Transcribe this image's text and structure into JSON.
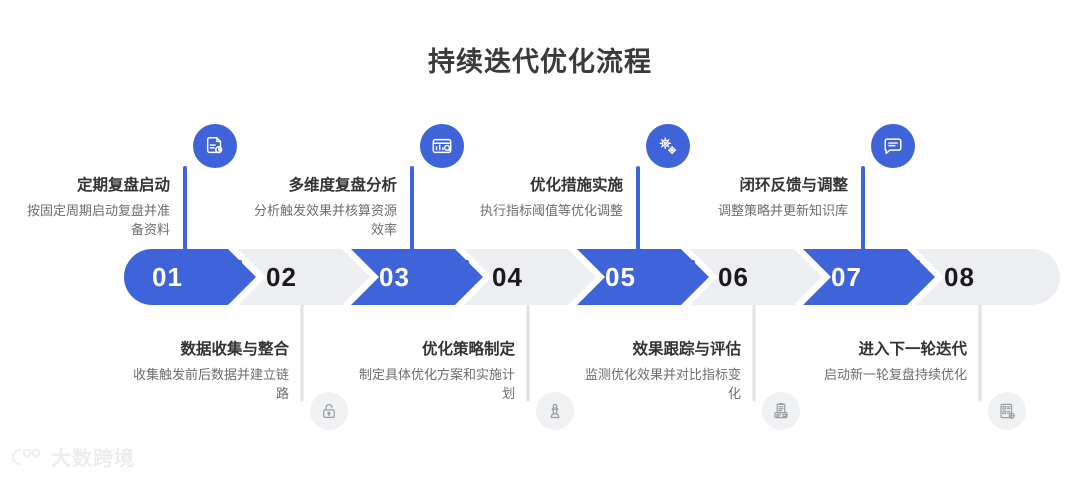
{
  "page": {
    "title": "持续迭代优化流程",
    "accent_blue": "#3f63d9",
    "segment_grey": "#eceef1",
    "text_dark": "#333333",
    "text_muted": "#6d6d6d"
  },
  "watermark": {
    "text": "大数跨境"
  },
  "steps": [
    {
      "number": "01",
      "position": "top",
      "color": "blue",
      "icon": "document-icon",
      "heading": "定期复盘启动",
      "desc": "按固定周期启动复盘并准备资料"
    },
    {
      "number": "02",
      "position": "bottom",
      "color": "grey",
      "icon": "lock-icon",
      "heading": "数据收集与整合",
      "desc": "收集触发前后数据并建立链路"
    },
    {
      "number": "03",
      "position": "top",
      "color": "blue",
      "icon": "analytics-card-icon",
      "heading": "多维度复盘分析",
      "desc": "分析触发效果并核算资源效率"
    },
    {
      "number": "04",
      "position": "bottom",
      "color": "grey",
      "icon": "chess-piece-icon",
      "heading": "优化策略制定",
      "desc": "制定具体优化方案和实施计划"
    },
    {
      "number": "05",
      "position": "top",
      "color": "blue",
      "icon": "gears-icon",
      "heading": "优化措施实施",
      "desc": "执行指标阈值等优化调整"
    },
    {
      "number": "06",
      "position": "bottom",
      "color": "grey",
      "icon": "clipboard-printer-icon",
      "heading": "效果跟踪与评估",
      "desc": "监测优化效果并对比指标变化"
    },
    {
      "number": "07",
      "position": "top",
      "color": "blue",
      "icon": "speech-bubble-icon",
      "heading": "闭环反馈与调整",
      "desc": "调整策略并更新知识库"
    },
    {
      "number": "08",
      "position": "bottom",
      "color": "grey",
      "icon": "server-icon",
      "heading": "进入下一轮迭代",
      "desc": "启动新一轮复盘持续优化"
    }
  ]
}
